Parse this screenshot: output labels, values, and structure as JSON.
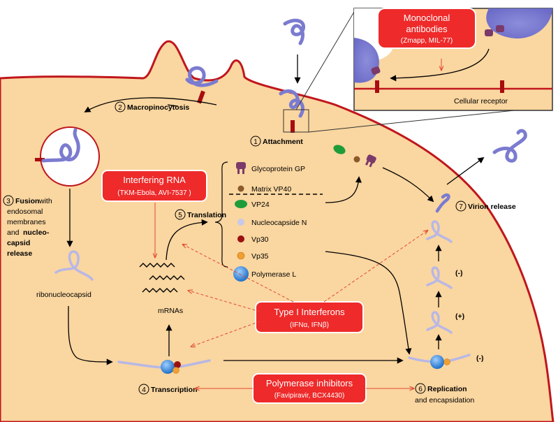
{
  "steps": {
    "attachment": {
      "num": "1",
      "label": "Attachment"
    },
    "macropinocytosis": {
      "num": "2",
      "label": "Macropinocytosis"
    },
    "fusion": {
      "num": "3",
      "line1_bold": "Fusion",
      "line1_rest": " with",
      "line2": "endosomal",
      "line3": "membranes",
      "line4_pre": "and ",
      "line4_bold": "nucleo-",
      "line5": "capsid",
      "line6": "release"
    },
    "transcription": {
      "num": "4",
      "label": "Transcription"
    },
    "translation": {
      "num": "5",
      "label": "Translation"
    },
    "replication": {
      "num": "6",
      "label": "Replication",
      "sub": "and encapsidation"
    },
    "release": {
      "num": "7",
      "label": "Virion release"
    }
  },
  "labels": {
    "ribonucleocapsid": "ribonucleocapsid",
    "mrnas": "mRNAs",
    "cellular_receptor": "Cellular receptor",
    "plus": "(+)",
    "minus": "(-)"
  },
  "legend": [
    {
      "label": "Glycoprotein GP",
      "icon": "glycoprotein-icon",
      "color": "#7b3a6a"
    },
    {
      "label": "Matrix VP40",
      "icon": "dot-icon",
      "color": "#8b5a2b"
    },
    {
      "label": "VP24",
      "icon": "ellipse-icon",
      "color": "#1f9c3a"
    },
    {
      "label": "Nucleocapside N",
      "icon": "dot-icon",
      "color": "#c8c8e8"
    },
    {
      "label": "Vp30",
      "icon": "dot-icon",
      "color": "#9b1010"
    },
    {
      "label": "Vp35",
      "icon": "dot-icon",
      "color": "#f0a030"
    },
    {
      "label": "Polymerase L",
      "icon": "sphere-icon",
      "color": "#3a8fe0"
    }
  ],
  "drugs": {
    "antibodies": {
      "title1": "Monoclonal",
      "title2": "antibodies",
      "sub": "(Zmapp, MIL-77)"
    },
    "rna": {
      "title": "Interfering RNA",
      "sub": "(TKM-Ebola, AVI-7537 )"
    },
    "interferons": {
      "title": "Type I Interferons",
      "sub": "(IFNα, IFNβ)"
    },
    "polymerase": {
      "title": "Polymerase inhibitors",
      "sub": "(Favipiravir, BCX4430)"
    }
  },
  "colors": {
    "cell": "#fad6a0",
    "membrane": "#c0161c",
    "virus": "#7b7bd0",
    "drug_box": "#ee2a2a",
    "receptor": "#a80c10"
  }
}
